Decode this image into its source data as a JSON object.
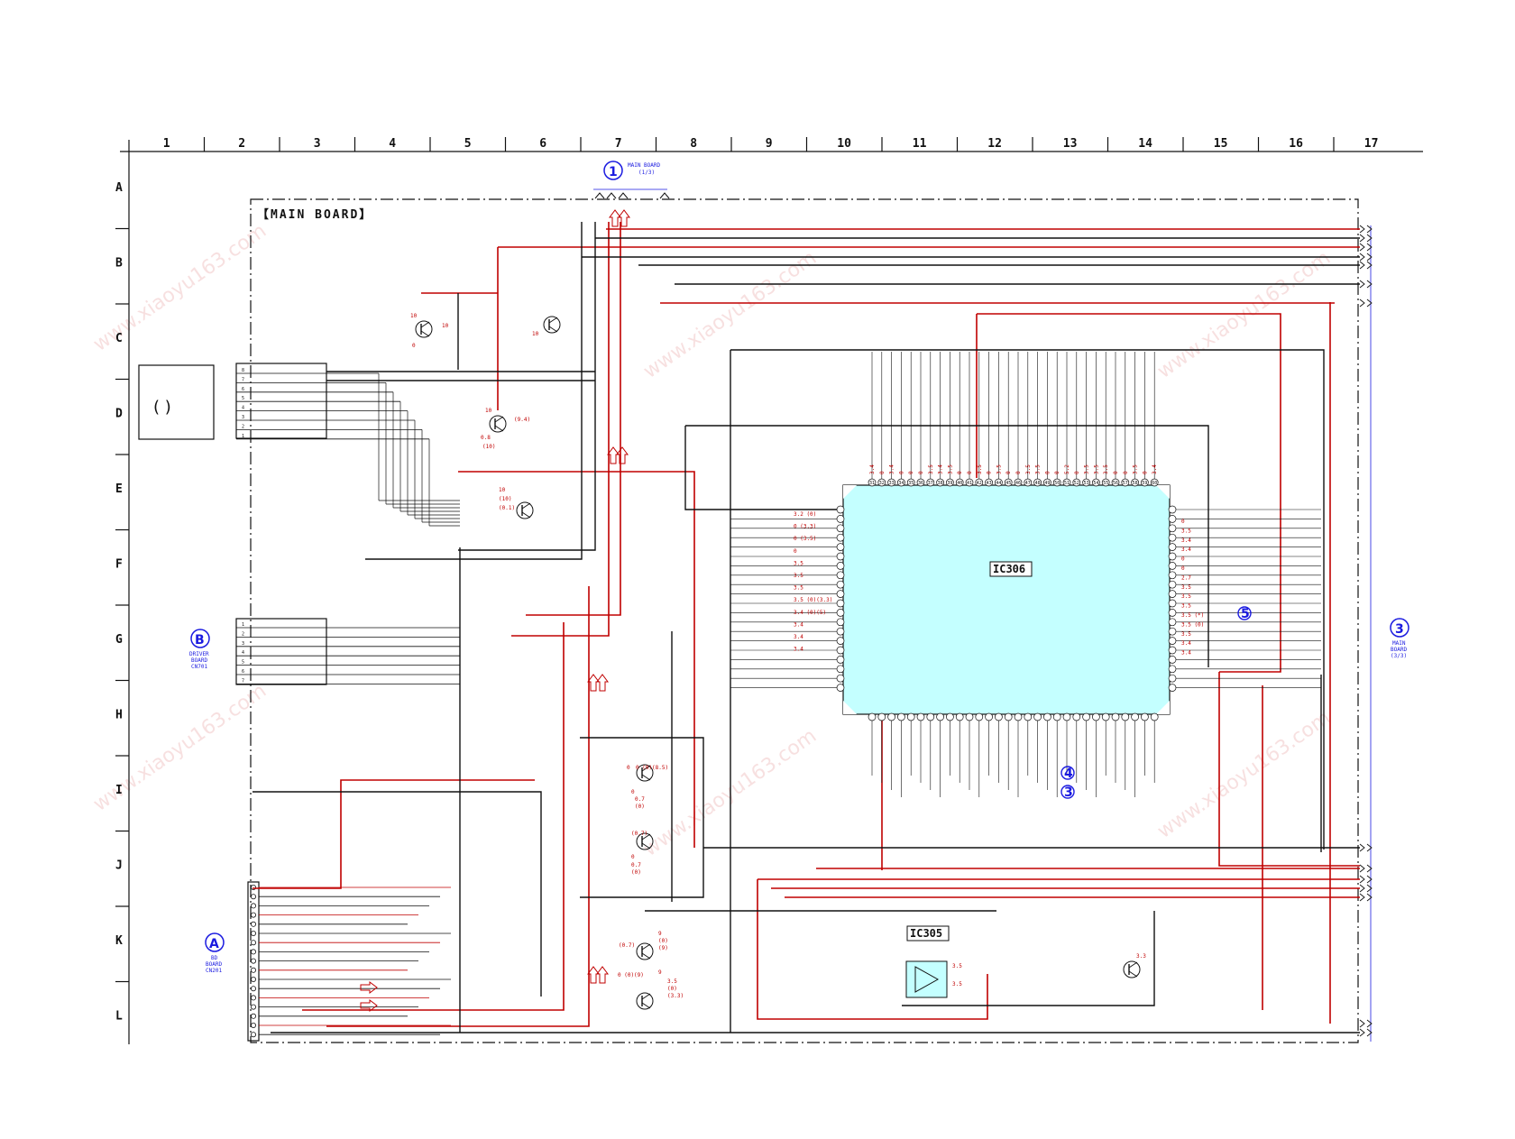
{
  "grid": {
    "columns": [
      "1",
      "2",
      "3",
      "4",
      "5",
      "6",
      "7",
      "8",
      "9",
      "10",
      "11",
      "12",
      "13",
      "14",
      "15",
      "16",
      "17"
    ],
    "rows": [
      "A",
      "B",
      "C",
      "D",
      "E",
      "F",
      "G",
      "H",
      "I",
      "J",
      "K",
      "L"
    ]
  },
  "board_title": "【MAIN BOARD】",
  "ic_main": "IC306",
  "ic_sub": "IC305",
  "connectors": {
    "top": {
      "num": "1",
      "line1": "MAIN BOARD",
      "line2": "(1/3)"
    },
    "right": {
      "num": "3",
      "line1": "MAIN",
      "line2": "BOARD",
      "line3": "(3/3)"
    },
    "left_b": {
      "letter": "B",
      "line1": "DRIVER",
      "line2": "BOARD",
      "line3": "CN701"
    },
    "left_a": {
      "letter": "A",
      "line1": "BD",
      "line2": "BOARD",
      "line3": "CN201"
    }
  },
  "callouts": [
    "4",
    "3",
    "5"
  ],
  "connector_pins_top": [
    "8",
    "7",
    "6",
    "5",
    "4",
    "3",
    "2",
    "1"
  ],
  "connector_pins_mid": [
    "1",
    "2",
    "3",
    "4",
    "5",
    "6",
    "7"
  ],
  "ic306_top_pins": [
    "31",
    "32",
    "33",
    "34",
    "35",
    "36",
    "37",
    "38",
    "39",
    "40",
    "41",
    "42",
    "43",
    "44",
    "45",
    "46",
    "47",
    "48",
    "49",
    "50",
    "51",
    "52",
    "53",
    "54",
    "55",
    "56",
    "57",
    "58",
    "59",
    "60"
  ],
  "ic306_top_volts": [
    "3.4",
    "0",
    "3.4",
    "0",
    "0",
    "0",
    "3.5",
    "3.4",
    "3.5",
    "0",
    "0",
    "3.5",
    "0",
    "3.5",
    "0",
    "0",
    "3.5",
    "3.5",
    "0",
    "0",
    "5.2",
    "0",
    "3.5",
    "3.5",
    "3.5",
    "0",
    "0",
    "3.5",
    "0",
    "3.4"
  ],
  "ic306_left_volts": [
    "3.2 (0)",
    "0 (3.3)",
    "0 (3.5)",
    "0",
    "3.5",
    "3.5",
    "3.5",
    "3.5 (0)(3.3)",
    "3.4 (0)(5)",
    "3.4",
    "3.4",
    "3.4"
  ],
  "ic306_right_volts": [
    "0",
    "3.5",
    "3.4",
    "3.4",
    "0",
    "0",
    "2.7",
    "3.5",
    "3.5",
    "3.5",
    "3.5 (*)",
    "3.5 (0)",
    "3.5",
    "3.4",
    "3.4"
  ],
  "ic305_volts": [
    "3.5",
    "3.5",
    "3.3"
  ],
  "transistor_volts": [
    "10",
    "10",
    "10",
    "0",
    "10",
    "(9.4)",
    "0.8",
    "(10)",
    "10",
    "(10)",
    "(0.1)",
    "0",
    "0 (0)(8.5)",
    "0",
    "0.7",
    "(0)",
    "(0.7)",
    "0",
    "0.7",
    "(0)",
    "(0.7)",
    "9",
    "(0)",
    "(9)",
    "9",
    "0 (0)(9)",
    "3.5",
    "(0)",
    "(3.3)"
  ],
  "chip_label": "( )"
}
